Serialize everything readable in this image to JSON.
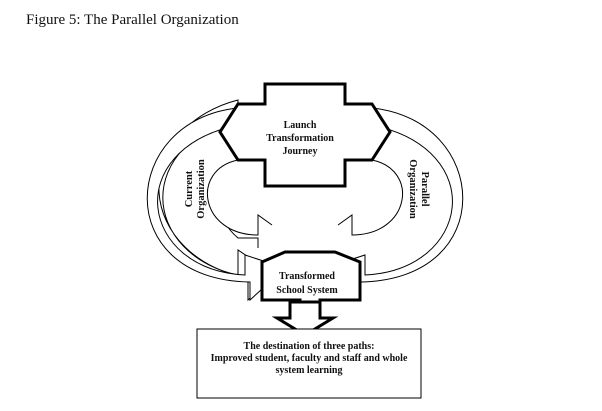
{
  "figure": {
    "title": "Figure 5: The Parallel Organization"
  },
  "nodes": {
    "launch": {
      "lines": [
        "Launch",
        "Transformation",
        "Journey"
      ]
    },
    "current": {
      "lines": [
        "Current",
        "Organization"
      ]
    },
    "parallel": {
      "lines": [
        "Parallel",
        "Organization"
      ]
    },
    "transformed": {
      "lines": [
        "Transformed",
        "School System"
      ]
    },
    "destination": {
      "lines": [
        "The destination of three paths:",
        "Improved student, faculty and staff and whole",
        "system learning"
      ]
    }
  },
  "colors": {
    "stroke": "#000000",
    "fill": "#ffffff",
    "text": "#111111"
  }
}
